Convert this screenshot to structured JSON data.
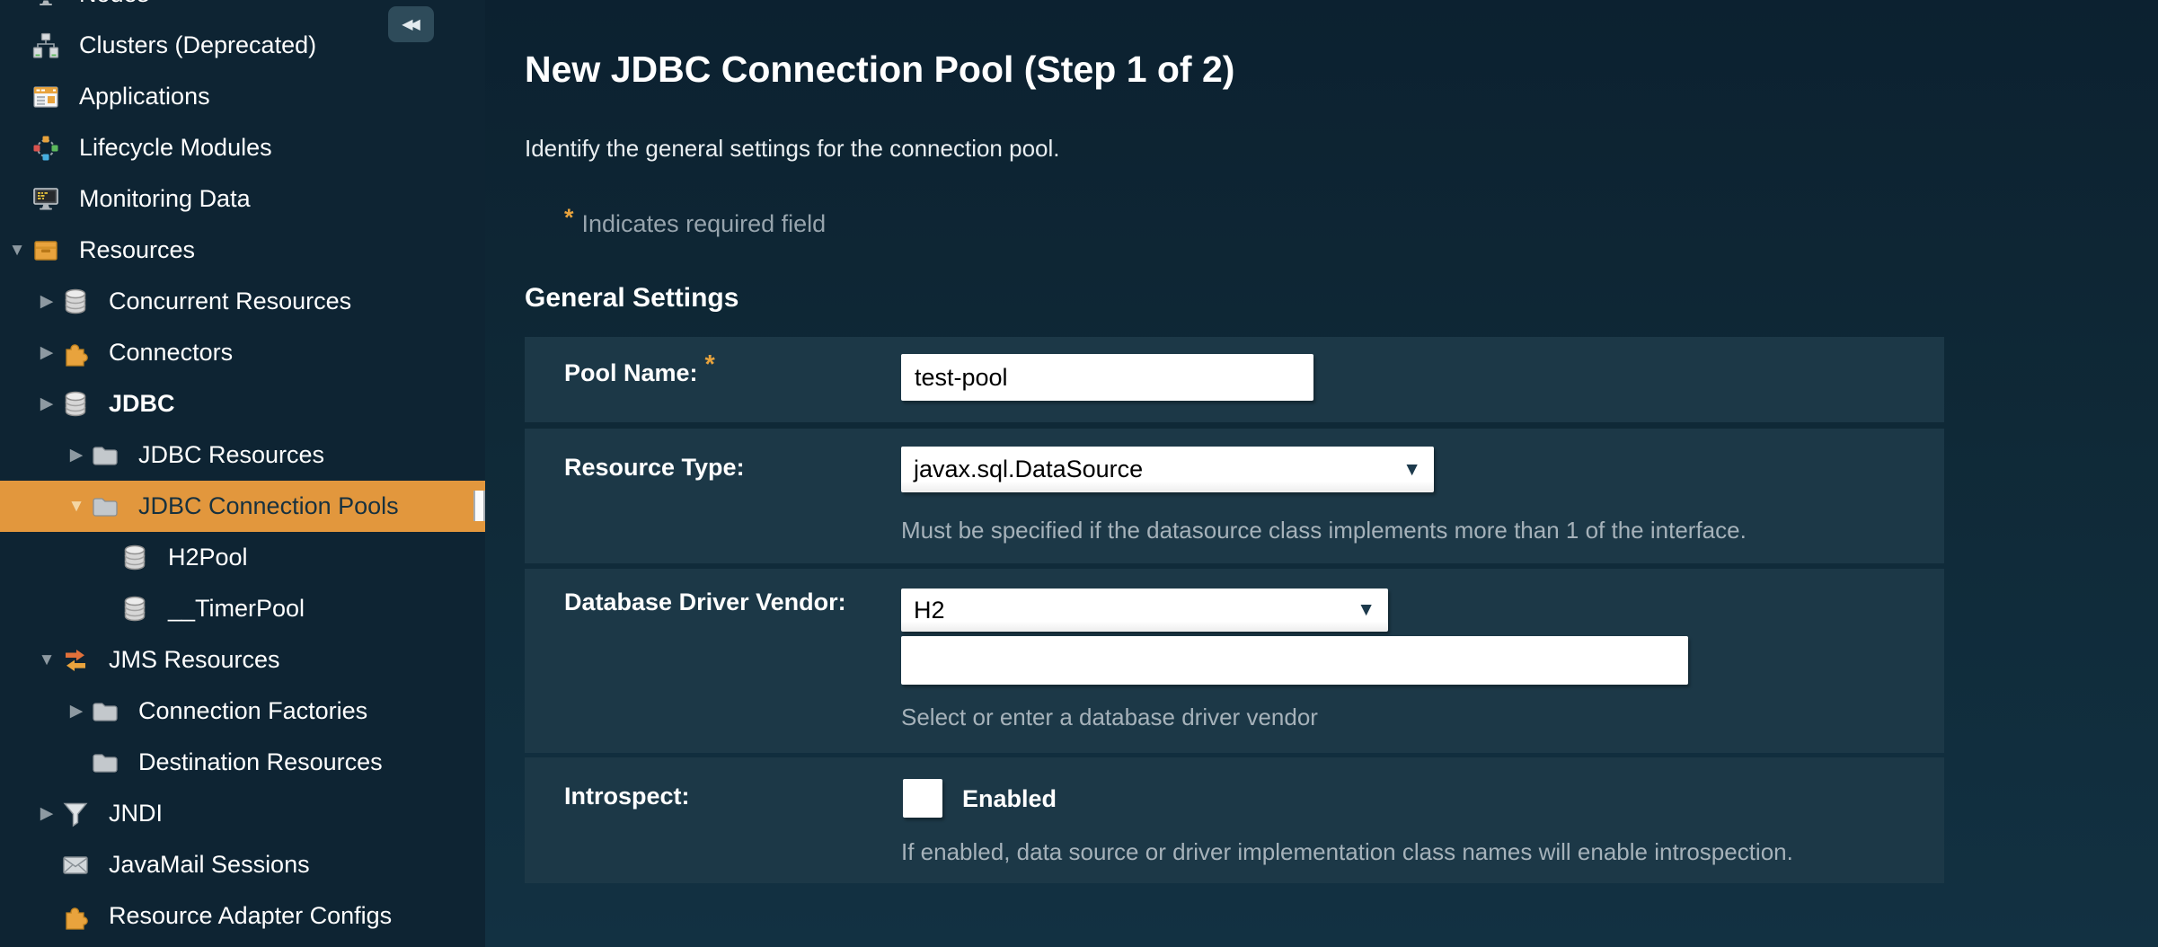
{
  "icons": {
    "caret": "▼",
    "expand_down": "▼",
    "expand_right": "▶",
    "collapse": "◀◀"
  },
  "colors": {
    "accent_orange": "#e2973d",
    "asterisk_orange": "#e8a33d",
    "sidebar_bg": "#0e2433",
    "panel_bg": "#1c3847",
    "content_bg_top": "#0c2130",
    "content_bg_bottom": "#123142",
    "hint_text": "#a6b2ba",
    "selected_item_text": "#17313f"
  },
  "sidebar": {
    "items": [
      {
        "label": "Nodes",
        "level": 0,
        "icon": "nodes"
      },
      {
        "label": "Clusters (Deprecated)",
        "level": 0,
        "icon": "clusters"
      },
      {
        "label": "Applications",
        "level": 0,
        "icon": "applications"
      },
      {
        "label": "Lifecycle Modules",
        "level": 0,
        "icon": "lifecycle"
      },
      {
        "label": "Monitoring Data",
        "level": 0,
        "icon": "monitoring"
      },
      {
        "label": "Resources",
        "level": 0,
        "icon": "resources-box",
        "expand": "down"
      },
      {
        "label": "Concurrent Resources",
        "level": 1,
        "icon": "database",
        "expand": "right"
      },
      {
        "label": "Connectors",
        "level": 1,
        "icon": "puzzle",
        "expand": "right"
      },
      {
        "label": "JDBC",
        "level": 1,
        "icon": "database",
        "expand": "right",
        "bold": true
      },
      {
        "label": "JDBC Resources",
        "level": 2,
        "icon": "folder",
        "expand": "right"
      },
      {
        "label": "JDBC Connection Pools",
        "level": 2,
        "icon": "folder",
        "expand": "down",
        "selected": true
      },
      {
        "label": "H2Pool",
        "level": 3,
        "icon": "database"
      },
      {
        "label": "__TimerPool",
        "level": 3,
        "icon": "database"
      },
      {
        "label": "JMS Resources",
        "level": 1,
        "icon": "jms-arrows",
        "expand": "down"
      },
      {
        "label": "Connection Factories",
        "level": 2,
        "icon": "folder",
        "expand": "right"
      },
      {
        "label": "Destination Resources",
        "level": 2,
        "icon": "folder"
      },
      {
        "label": "JNDI",
        "level": 1,
        "icon": "funnel",
        "expand": "right"
      },
      {
        "label": "JavaMail Sessions",
        "level": 1,
        "icon": "mail"
      },
      {
        "label": "Resource Adapter Configs",
        "level": 1,
        "icon": "puzzle"
      }
    ]
  },
  "main": {
    "title": "New JDBC Connection Pool (Step 1 of 2)",
    "subtitle": "Identify the general settings for the connection pool.",
    "required": {
      "asterisk": "*",
      "text": "Indicates required field"
    },
    "section_title": "General Settings",
    "form": {
      "pool_name": {
        "label": "Pool Name:",
        "required_asterisk": "*",
        "value": "test-pool"
      },
      "resource_type": {
        "label": "Resource Type:",
        "value": "javax.sql.DataSource",
        "hint": "Must be specified if the datasource class implements more than 1 of the interface."
      },
      "driver_vendor": {
        "label": "Database Driver Vendor:",
        "value": "H2",
        "text_value": "",
        "hint": "Select or enter a database driver vendor"
      },
      "introspect": {
        "label": "Introspect:",
        "checkbox_label": "Enabled",
        "checked": false,
        "hint": "If enabled, data source or driver implementation class names will enable introspection."
      }
    }
  }
}
